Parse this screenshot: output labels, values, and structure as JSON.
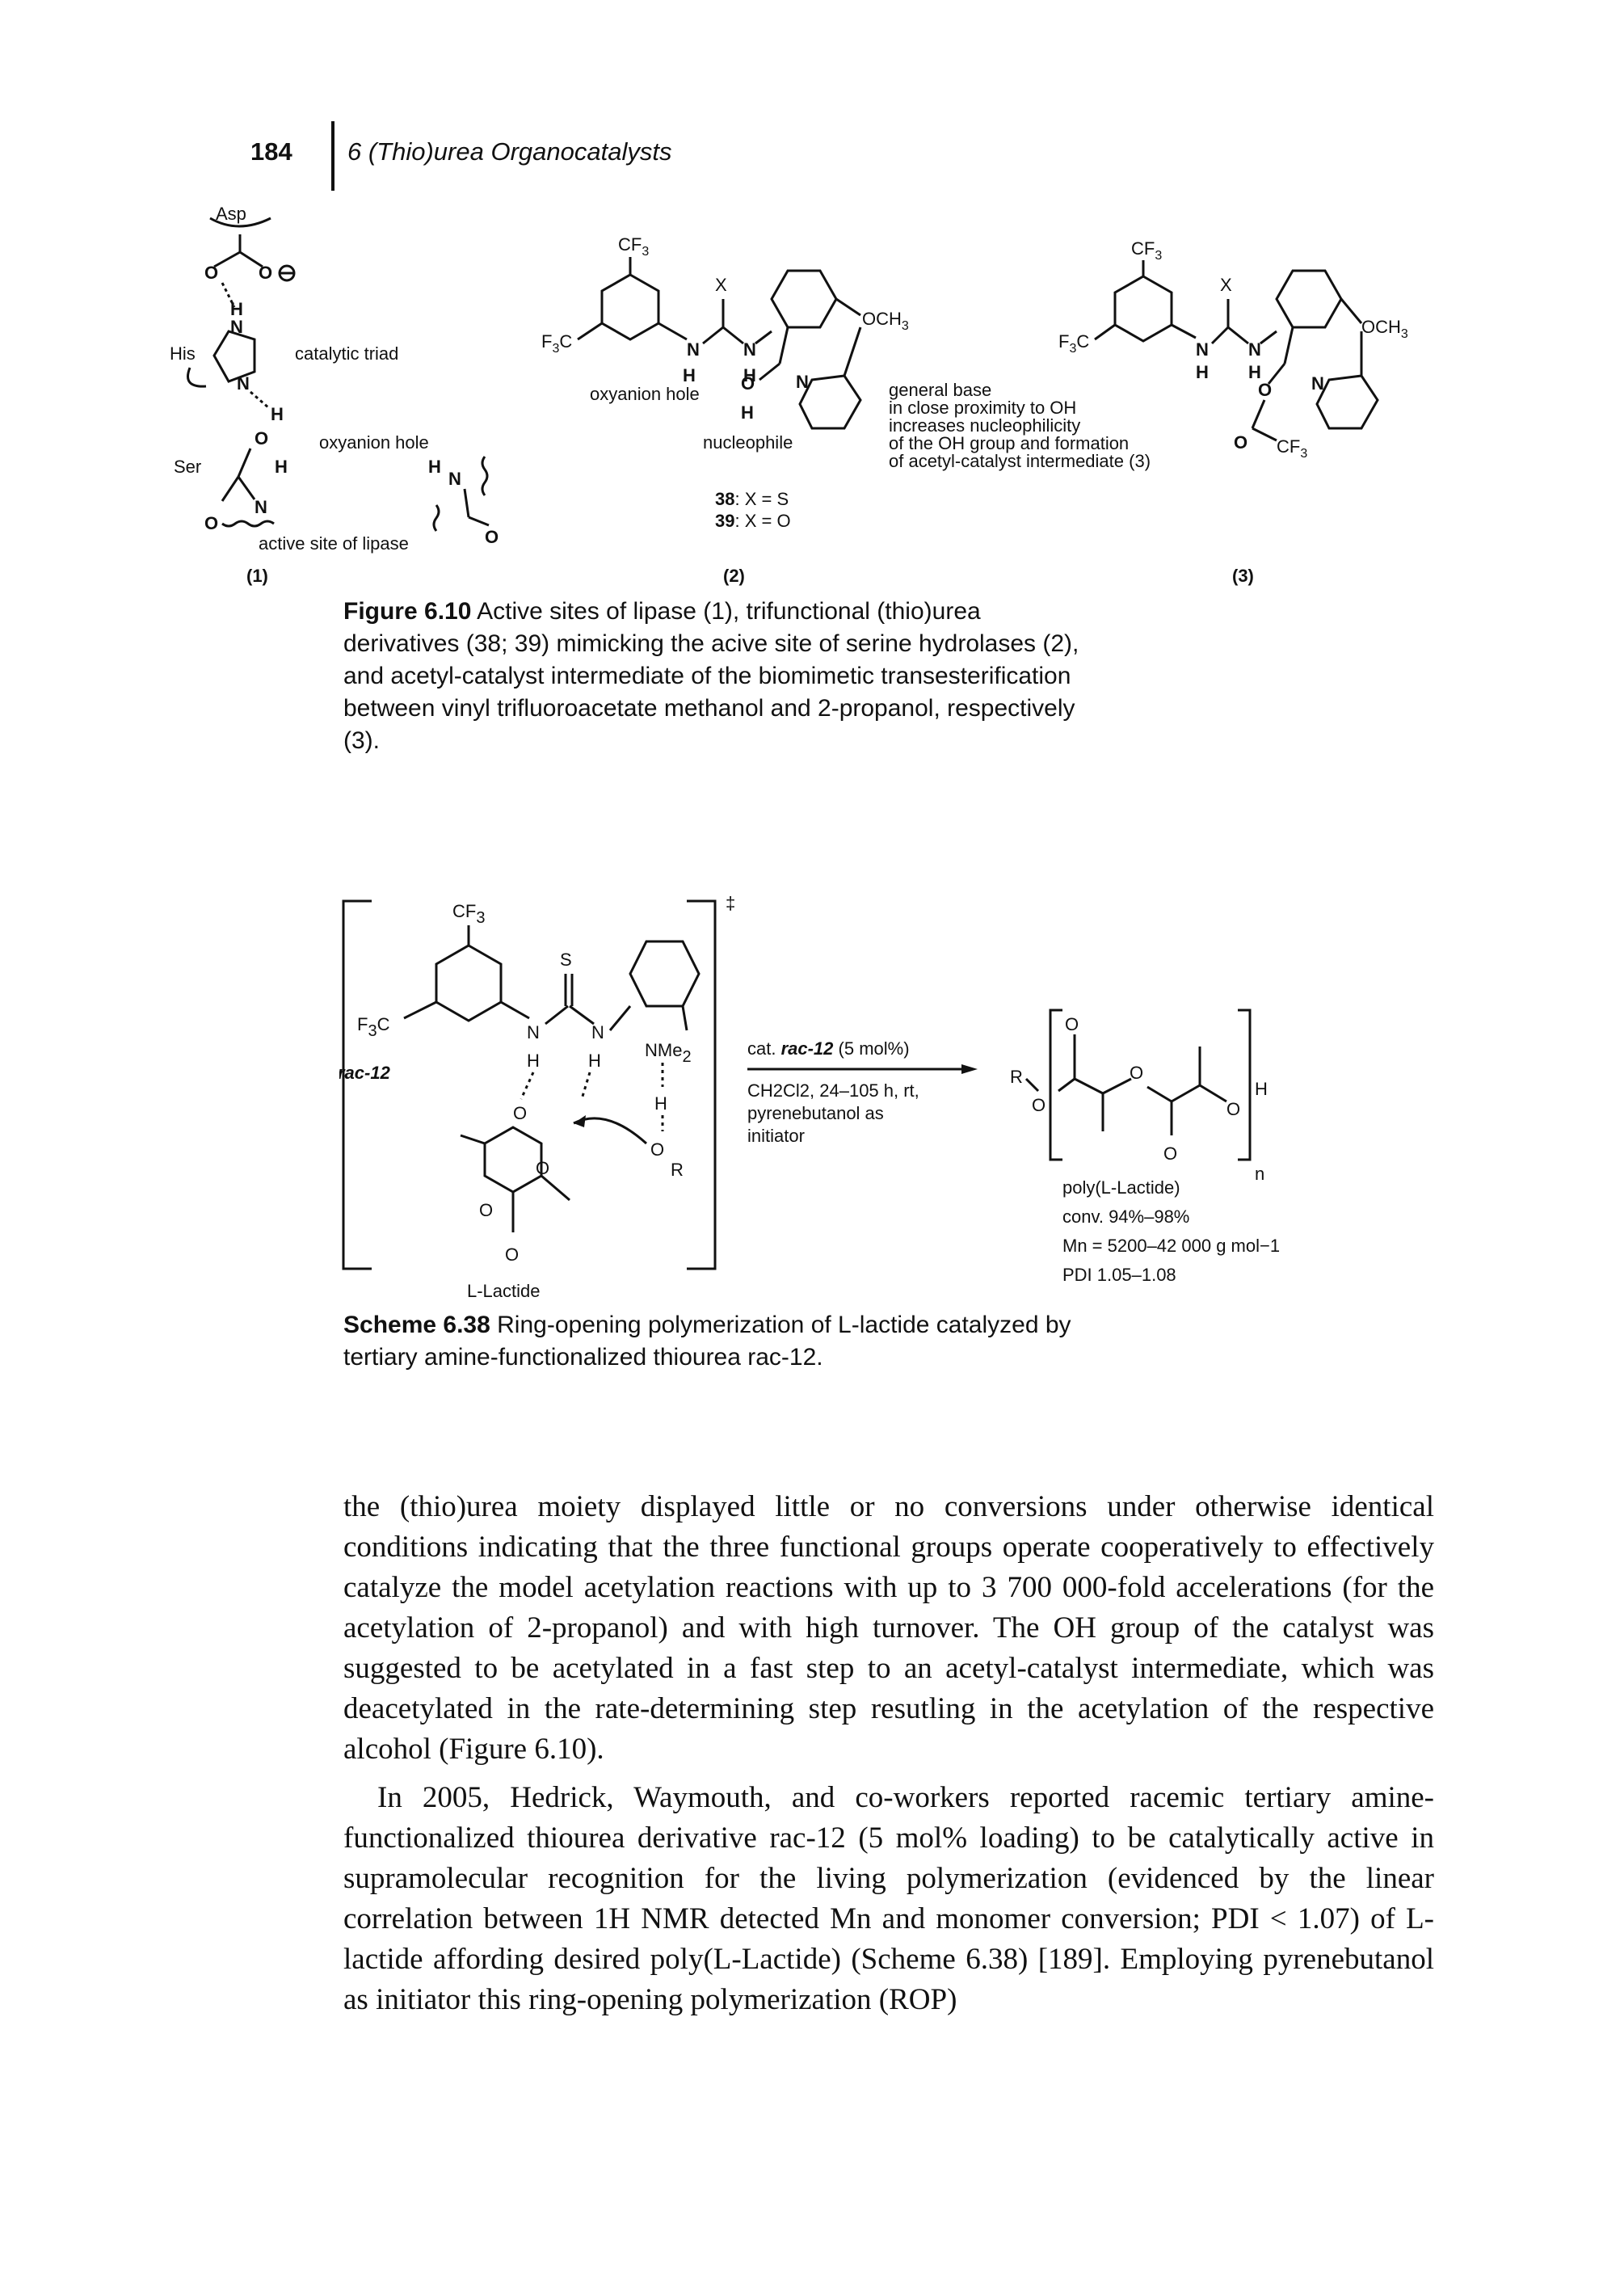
{
  "header": {
    "page_number": "184",
    "running_title": "6 (Thio)urea Organocatalysts"
  },
  "figure": {
    "panel_labels": [
      "(1)",
      "(2)",
      "(3)"
    ],
    "panel1": {
      "asp": "Asp",
      "his": "His",
      "ser": "Ser",
      "catalytic_triad": "catalytic triad",
      "oxyanion_hole": "oxyanion hole",
      "active_site": "active site of lipase"
    },
    "panel2": {
      "oxyanion_hole": "oxyanion hole",
      "nucleophile": "nucleophile",
      "general_base_lines": [
        "general base",
        "in close proximity to OH",
        "increases nucleophilicity",
        "of the OH group and formation",
        "of acetyl-catalyst intermediate (3)"
      ],
      "compound_38": "38",
      "compound_38_def": ": X = S",
      "compound_39": "39",
      "compound_39_def": ": X = O"
    },
    "caption_label": "Figure 6.10",
    "caption_text": "Active sites of lipase (1), trifunctional (thio)urea derivatives (38; 39) mimicking the acive site of serine hydrolases (2), and acetyl-catalyst intermediate of the biomimetic transesterification between vinyl trifluoroacetate methanol and 2-propanol, respectively (3)."
  },
  "scheme": {
    "catalyst_label": "rac-12",
    "lactide_label": "L-Lactide",
    "reagent_line1_prefix": "cat. ",
    "reagent_line1_cat": "rac-12",
    "reagent_line1_suffix": " (5 mol%)",
    "conditions_lines": [
      "CH2Cl2, 24–105 h, rt,",
      "pyrenebutanol as",
      "initiator"
    ],
    "product_lines": [
      "poly(L-Lactide)",
      "conv. 94%–98%",
      "Mn = 5200–42 000 g mol−1",
      "PDI 1.05–1.08"
    ],
    "transition_state_mark": "‡",
    "caption_label": "Scheme 6.38",
    "caption_text": "Ring-opening polymerization of L-lactide catalyzed by tertiary amine-functionalized thiourea rac-12."
  },
  "body": {
    "para1": "the (thio)urea moiety displayed little or no conversions under otherwise identical conditions indicating that the three functional groups operate cooperatively to effectively catalyze the model acetylation reactions with up to 3 700 000-fold accelerations (for the acetylation of 2-propanol) and with high turnover. The OH group of the catalyst was suggested to be acetylated in a fast step to an acetyl-catalyst intermediate, which was deacetylated in the rate-determining step resutling in the acetylation of the respective alcohol (Figure 6.10).",
    "para2": "In 2005, Hedrick, Waymouth, and co-workers reported racemic tertiary amine-functionalized thiourea derivative rac-12 (5 mol% loading) to be catalytically active in supramolecular recognition for the living polymerization (evidenced by the linear correlation between 1H NMR detected Mn and monomer conversion; PDI < 1.07) of L-lactide affording desired poly(L-Lactide) (Scheme 6.38) [189]. Employing pyrenebutanol as initiator this ring-opening polymerization (ROP)"
  }
}
